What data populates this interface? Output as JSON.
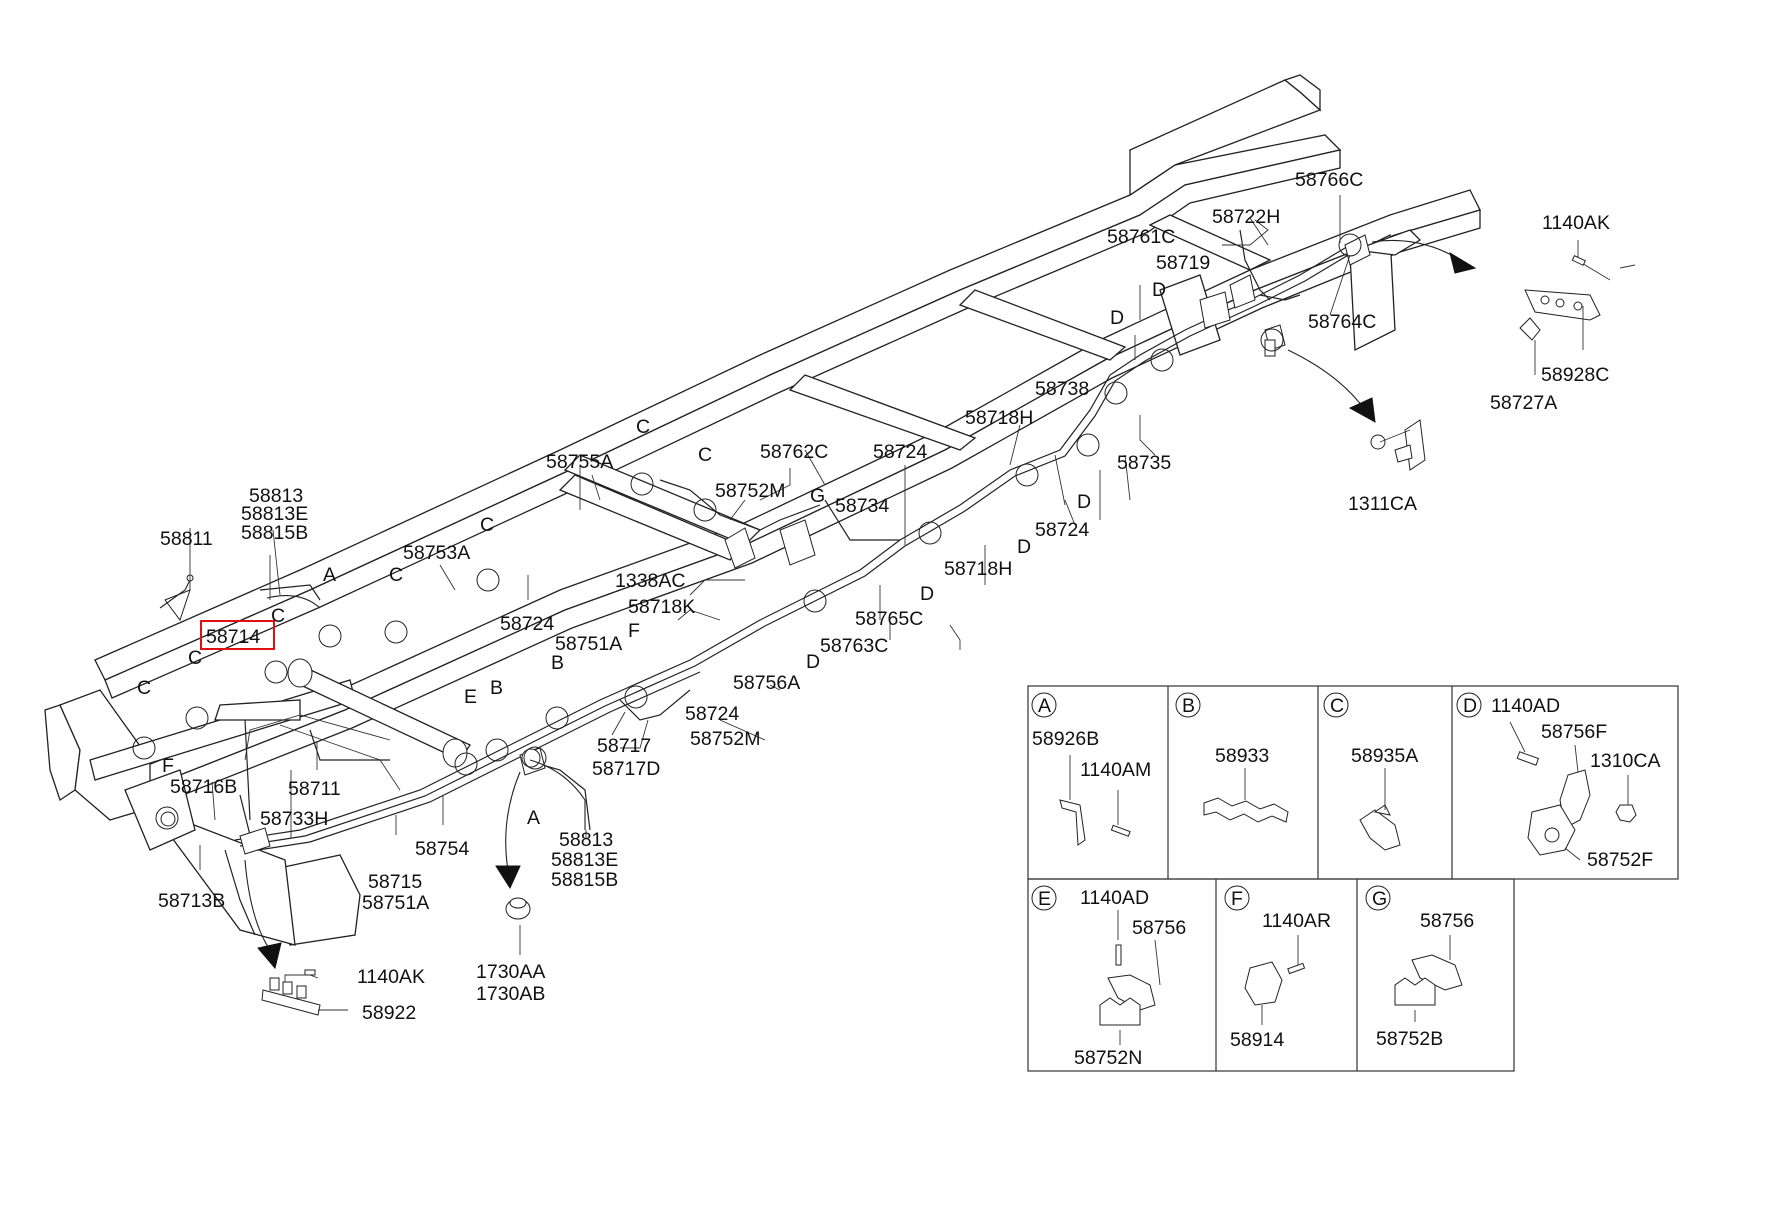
{
  "labels": {
    "l58766C": "58766C",
    "l1140AK_top": "1140AK",
    "l58722H": "58722H",
    "l58761C": "58761C",
    "l58719": "58719",
    "l58764C": "58764C",
    "l58928C": "58928C",
    "l58727A": "58727A",
    "l58738": "58738",
    "l58718H_a": "58718H",
    "l58735": "58735",
    "l1311CA": "1311CA",
    "l58724_a": "58724",
    "l58762C": "58762C",
    "l58755A": "58755A",
    "l58752M_a": "58752M",
    "l58734": "58734",
    "l58724_b": "58724",
    "l58718H_b": "58718H",
    "l58813_a": "58813",
    "l58813E_a": "58813E",
    "l58815B_a": "58815B",
    "l58811": "58811",
    "l58753A": "58753A",
    "l58724_c": "58724",
    "l1338AC": "1338AC",
    "l58718K": "58718K",
    "l58765C": "58765C",
    "l58763C": "58763C",
    "l58714": "58714",
    "l58751A_a": "58751A",
    "l58756A": "58756A",
    "l58724_d": "58724",
    "l58752M_b": "58752M",
    "l58717": "58717",
    "l58717D": "58717D",
    "l58716B": "58716B",
    "l58711": "58711",
    "l58733H": "58733H",
    "l58754": "58754",
    "l58715": "58715",
    "l58751A_b": "58751A",
    "l58713B": "58713B",
    "l58813_b": "58813",
    "l58813E_b": "58813E",
    "l58815B_b": "58815B",
    "l1140AK_bot": "1140AK",
    "l58922": "58922",
    "l1730AA": "1730AA",
    "l1730AB": "1730AB"
  },
  "callouts": {
    "A1": "A",
    "C1": "C",
    "C2": "C",
    "C3": "C",
    "C4": "C",
    "C5": "C",
    "C6": "C",
    "C7": "C",
    "G1": "G",
    "D1": "D",
    "D2": "D",
    "D3": "D",
    "D4": "D",
    "D5": "D",
    "D6": "D",
    "F1": "F",
    "F2": "F",
    "B1": "B",
    "B2": "B",
    "E1": "E",
    "A2": "A"
  },
  "legend": {
    "A": {
      "letter": "A",
      "parts": [
        "58926B",
        "1140AM"
      ]
    },
    "B": {
      "letter": "B",
      "parts": [
        "58933"
      ]
    },
    "C": {
      "letter": "C",
      "parts": [
        "58935A"
      ]
    },
    "D": {
      "letter": "D",
      "parts": [
        "1140AD",
        "58756F",
        "1310CA",
        "58752F"
      ]
    },
    "E": {
      "letter": "E",
      "parts": [
        "1140AD",
        "58756",
        "58752N"
      ]
    },
    "F": {
      "letter": "F",
      "parts": [
        "1140AR",
        "58914"
      ]
    },
    "G": {
      "letter": "G",
      "parts": [
        "58756",
        "58752B"
      ]
    }
  },
  "highlight": {
    "part": "58714",
    "color": "#e01010"
  }
}
